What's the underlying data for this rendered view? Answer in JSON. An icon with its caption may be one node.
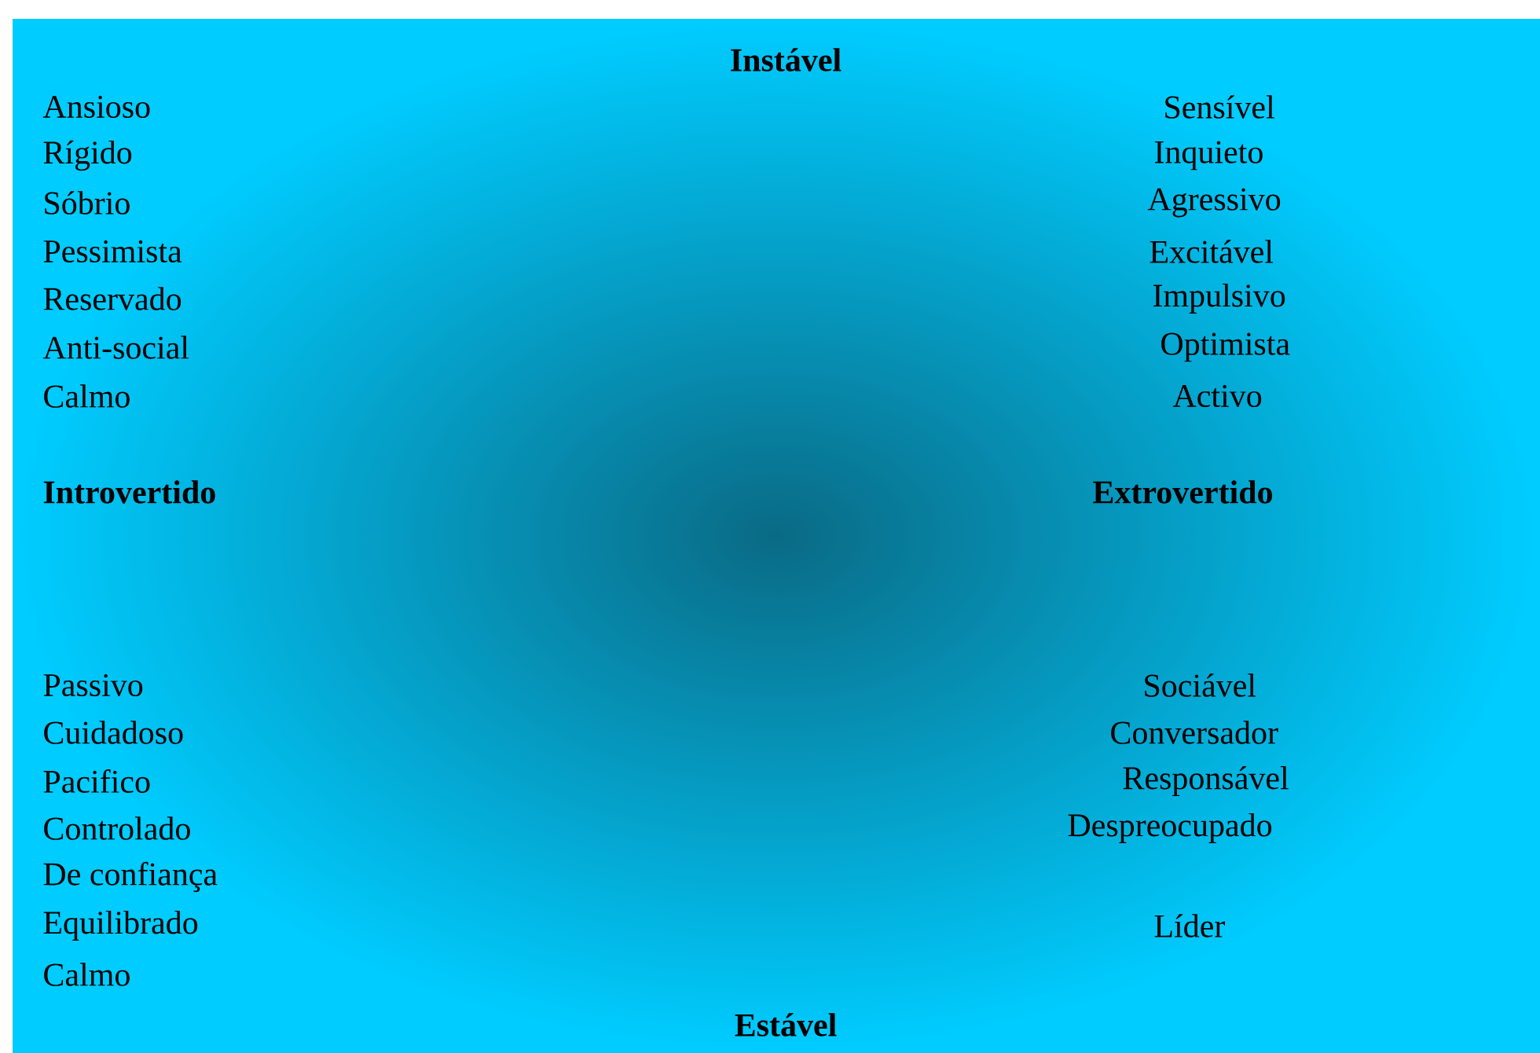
{
  "diagram": {
    "labels": [
      "Instável",
      "Ansioso",
      "Sensível",
      "Rígido",
      "Inquieto",
      "Sóbrio",
      "Agressivo",
      "Pessimista",
      "Excitável",
      "Reservado",
      "Impulsivo",
      "Anti-social",
      "Optimista",
      "Calmo",
      "Activo",
      "Introvertido",
      "Extrovertido",
      "Passivo",
      "Sociável",
      "Cuidadoso",
      "Conversador",
      "Pacifico",
      "Responsável",
      "Controlado",
      "Despreocupado",
      "De confiança",
      "Equilibrado",
      "Líder",
      "Calmo",
      "Estável"
    ]
  }
}
